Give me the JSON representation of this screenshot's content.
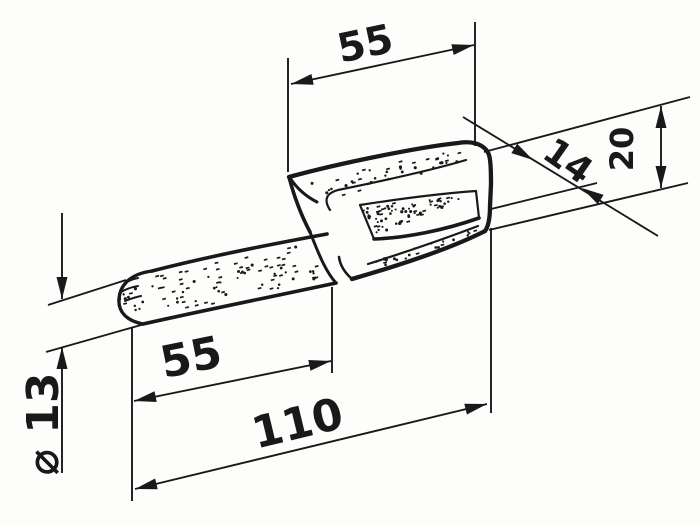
{
  "drawing": {
    "dimensions": {
      "top_length": {
        "label": "55",
        "value": 55
      },
      "flat_width": {
        "label": "14",
        "value": 14
      },
      "body_height": {
        "label": "20",
        "value": 20
      },
      "shaft_length": {
        "label": "55",
        "value": 55
      },
      "overall_length": {
        "label": "110",
        "value": 110
      },
      "shaft_diameter": {
        "label": "⌀ 13",
        "value": 13
      }
    },
    "colors": {
      "ink": "#191919",
      "paper": "#fdfdfb"
    }
  }
}
